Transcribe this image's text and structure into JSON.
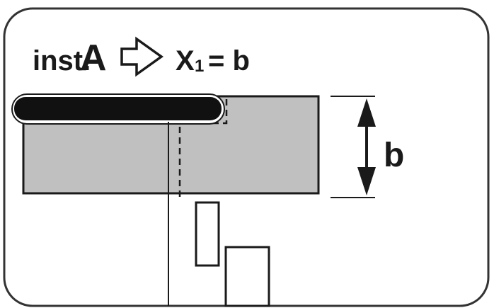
{
  "header": {
    "prefix": "inst.",
    "instrument": "A",
    "variable": "X",
    "subscript": "1",
    "equation_rest": "= b"
  },
  "dimension": {
    "label": "b"
  },
  "colors": {
    "frame": "#333333",
    "block_fill": "#c0c0c0",
    "blade": "#111111",
    "line": "#1a1a1a"
  }
}
